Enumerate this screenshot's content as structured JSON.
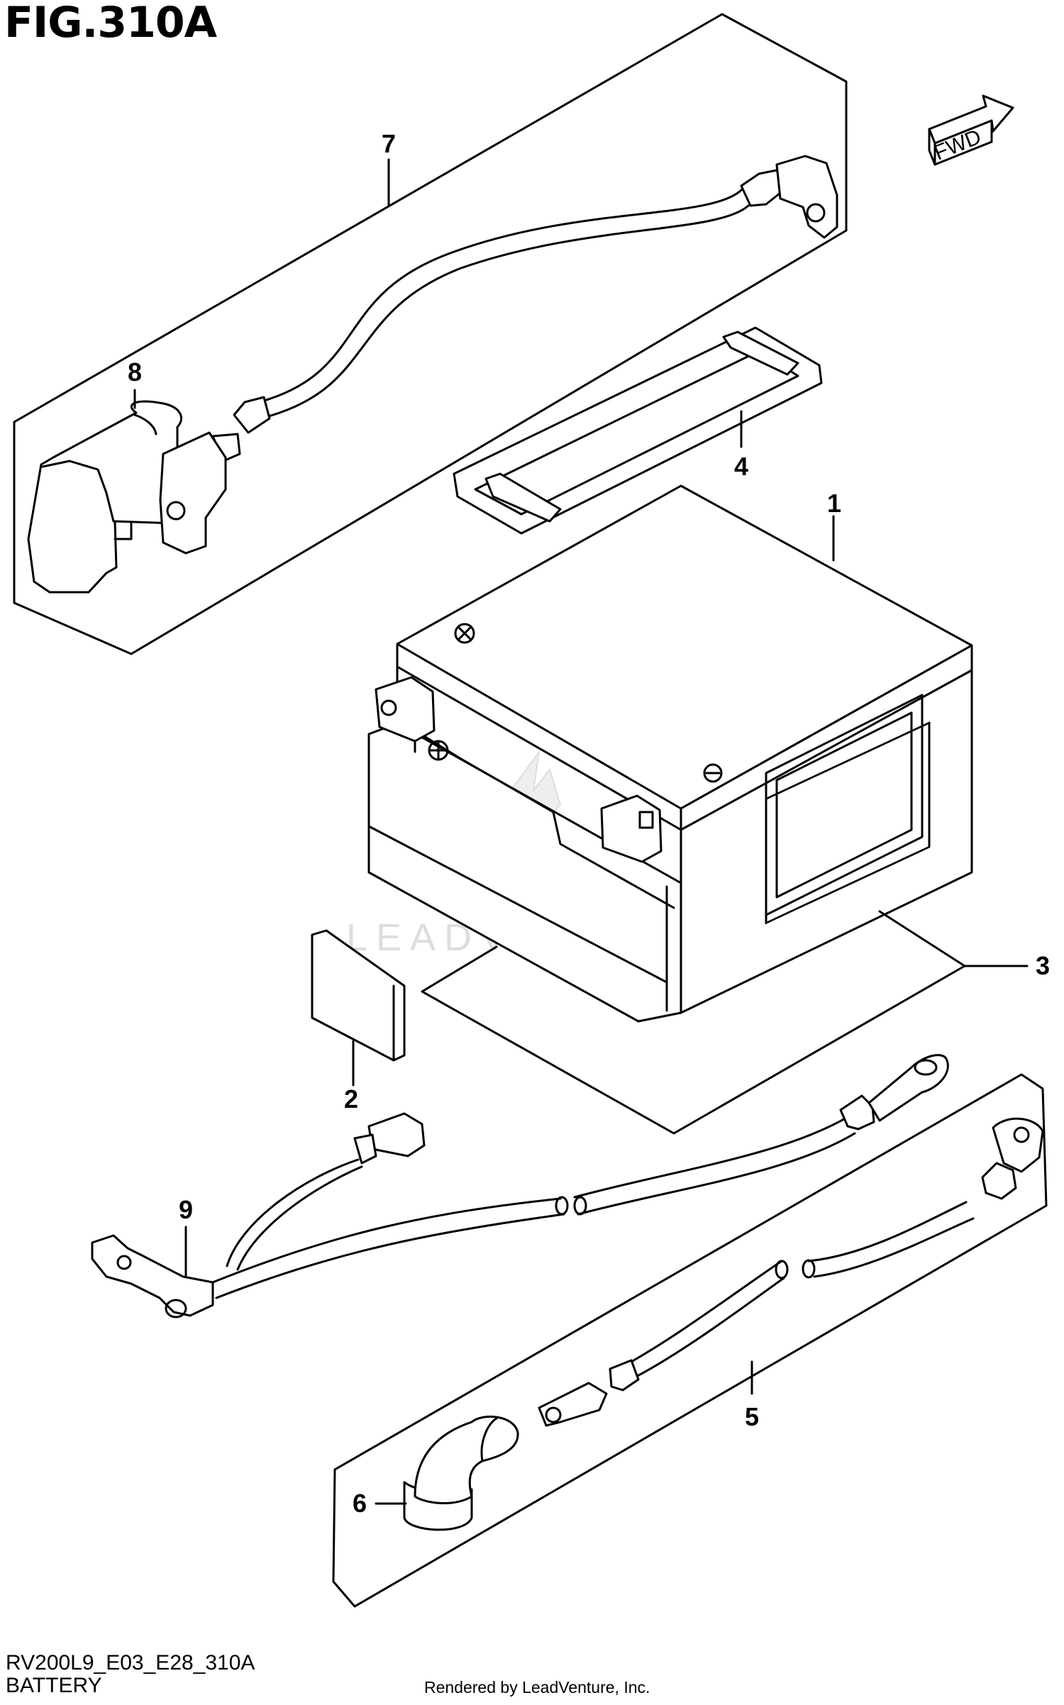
{
  "figure": {
    "title": "FIG.310A",
    "code": "RV200L9_E03_E28_310A",
    "section": "BATTERY",
    "credit": "Rendered by LeadVenture, Inc.",
    "watermark": "LEADVENTURE",
    "direction_label": "FWD"
  },
  "parts": {
    "p1": "1",
    "p2": "2",
    "p3": "3",
    "p4": "4",
    "p5": "5",
    "p6": "6",
    "p7": "7",
    "p8": "8",
    "p9": "9"
  }
}
